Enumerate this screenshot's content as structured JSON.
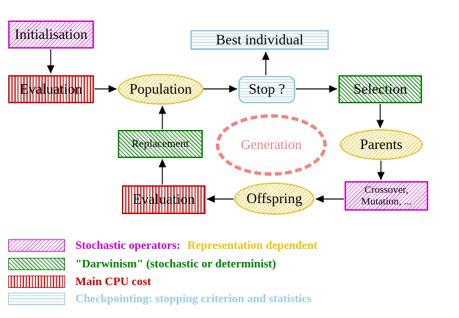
{
  "nodes": {
    "initialisation": {
      "label": "Initialisation"
    },
    "evaluation_top": {
      "label": "Evaluation"
    },
    "population": {
      "label": "Population"
    },
    "best_individual": {
      "label": "Best individual"
    },
    "stop": {
      "label": "Stop ?"
    },
    "selection": {
      "label": "Selection"
    },
    "parents": {
      "label": "Parents"
    },
    "crossover": {
      "label_line1": "Crossover,",
      "label_line2": "Mutation, ..."
    },
    "offspring": {
      "label": "Offspring"
    },
    "evaluation_bottom": {
      "label": "Evaluation"
    },
    "replacement": {
      "label": "Replacement"
    },
    "generation": {
      "label": "Generation"
    }
  },
  "edges": [
    {
      "from": "initialisation",
      "to": "evaluation_top"
    },
    {
      "from": "evaluation_top",
      "to": "population"
    },
    {
      "from": "population",
      "to": "stop"
    },
    {
      "from": "stop",
      "to": "best_individual"
    },
    {
      "from": "stop",
      "to": "selection"
    },
    {
      "from": "selection",
      "to": "parents"
    },
    {
      "from": "parents",
      "to": "crossover"
    },
    {
      "from": "crossover",
      "to": "offspring"
    },
    {
      "from": "offspring",
      "to": "evaluation_bottom"
    },
    {
      "from": "evaluation_bottom",
      "to": "replacement"
    },
    {
      "from": "replacement",
      "to": "population"
    }
  ],
  "legend": {
    "items": [
      {
        "pattern": "magenta-diagonal-hatch",
        "text_primary": "Stochastic operators:",
        "text_secondary": "Representation dependent"
      },
      {
        "pattern": "green-diagonal-hatch",
        "text_primary": "\"Darwinism\" (stochastic or determinist)"
      },
      {
        "pattern": "red-vertical-stripes",
        "text_primary": "Main CPU cost"
      },
      {
        "pattern": "cyan-horizontal-stripes",
        "text_primary": "Checkpointing: stopping criterion and statistics"
      }
    ]
  },
  "colors": {
    "magenta": "#cc00cc",
    "green": "#008000",
    "red": "#cc0000",
    "cyan_light": "#99cce8",
    "gold": "#e9c411",
    "salmon": "#ee8484",
    "black": "#000000"
  }
}
